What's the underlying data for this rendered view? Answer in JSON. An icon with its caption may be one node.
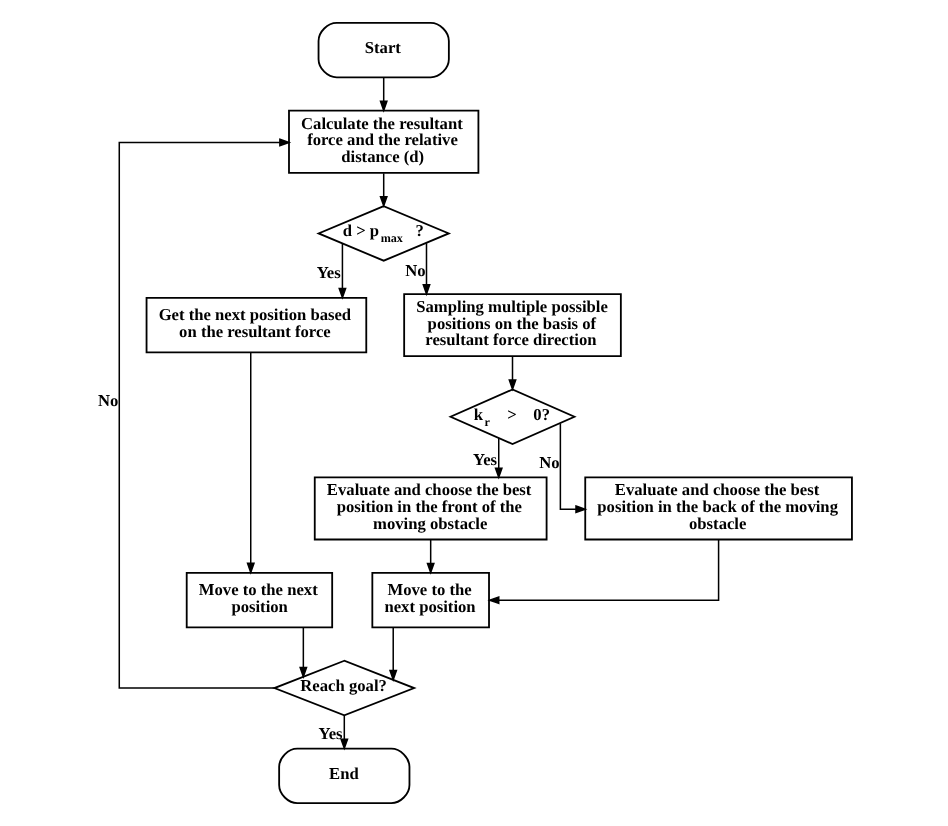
{
  "diagram": {
    "nodes": [
      {
        "text": [
          "Start"
        ]
      },
      {
        "text": [
          "Calculate the resultant force and the relative distance (d)"
        ]
      },
      {
        "text": [
          "d > p$_{max}$ ?"
        ]
      },
      {
        "text": [
          "Sampling multiple possible positions on the basis of resultant force direction"
        ]
      },
      {
        "text": [
          "Get the next position based on the resultant force"
        ]
      },
      {
        "text": [
          "k$_{r}$ > 0?"
        ]
      },
      {
        "text": [
          "Move to the next position"
        ]
      },
      {
        "text": [
          "Evaluate and choose the best position in the front of the moving obstacle"
        ]
      },
      {
        "text": [
          "Evaluate and choose the best position in the back of the moving obstacle"
        ]
      },
      {
        "text": [
          "Move to the next position"
        ]
      },
      {
        "text": [
          "Reach goal?"
        ]
      },
      {
        "text": [
          "End"
        ]
      }
    ],
    "edges": [
      {
        "from": 0,
        "to": 1,
        "arrow": "to"
      },
      {
        "from": 1,
        "to": 2,
        "arrow": "to"
      },
      {
        "from": 2,
        "to": 3,
        "arrow": "to",
        "label": "No"
      },
      {
        "from": 2,
        "to": 4,
        "arrow": "to",
        "label": "Yes"
      },
      {
        "from": 3,
        "to": 5,
        "arrow": "to"
      },
      {
        "from": 4,
        "to": 6,
        "arrow": "to"
      },
      {
        "from": 5,
        "to": 7,
        "arrow": "to",
        "label": "Yes"
      },
      {
        "from": 5,
        "to": 8,
        "arrow": "to",
        "label": "No"
      },
      {
        "from": 6,
        "to": 10,
        "arrow": "to"
      },
      {
        "from": 7,
        "to": 9,
        "arrow": "to"
      },
      {
        "from": 8,
        "to": 9,
        "arrow": "to"
      },
      {
        "from": 9,
        "to": 10,
        "arrow": "to"
      },
      {
        "from": 10,
        "to": 1,
        "arrow": "to",
        "label": "No"
      },
      {
        "from": 10,
        "to": 11,
        "arrow": "to",
        "label": "Yes"
      }
    ]
  }
}
